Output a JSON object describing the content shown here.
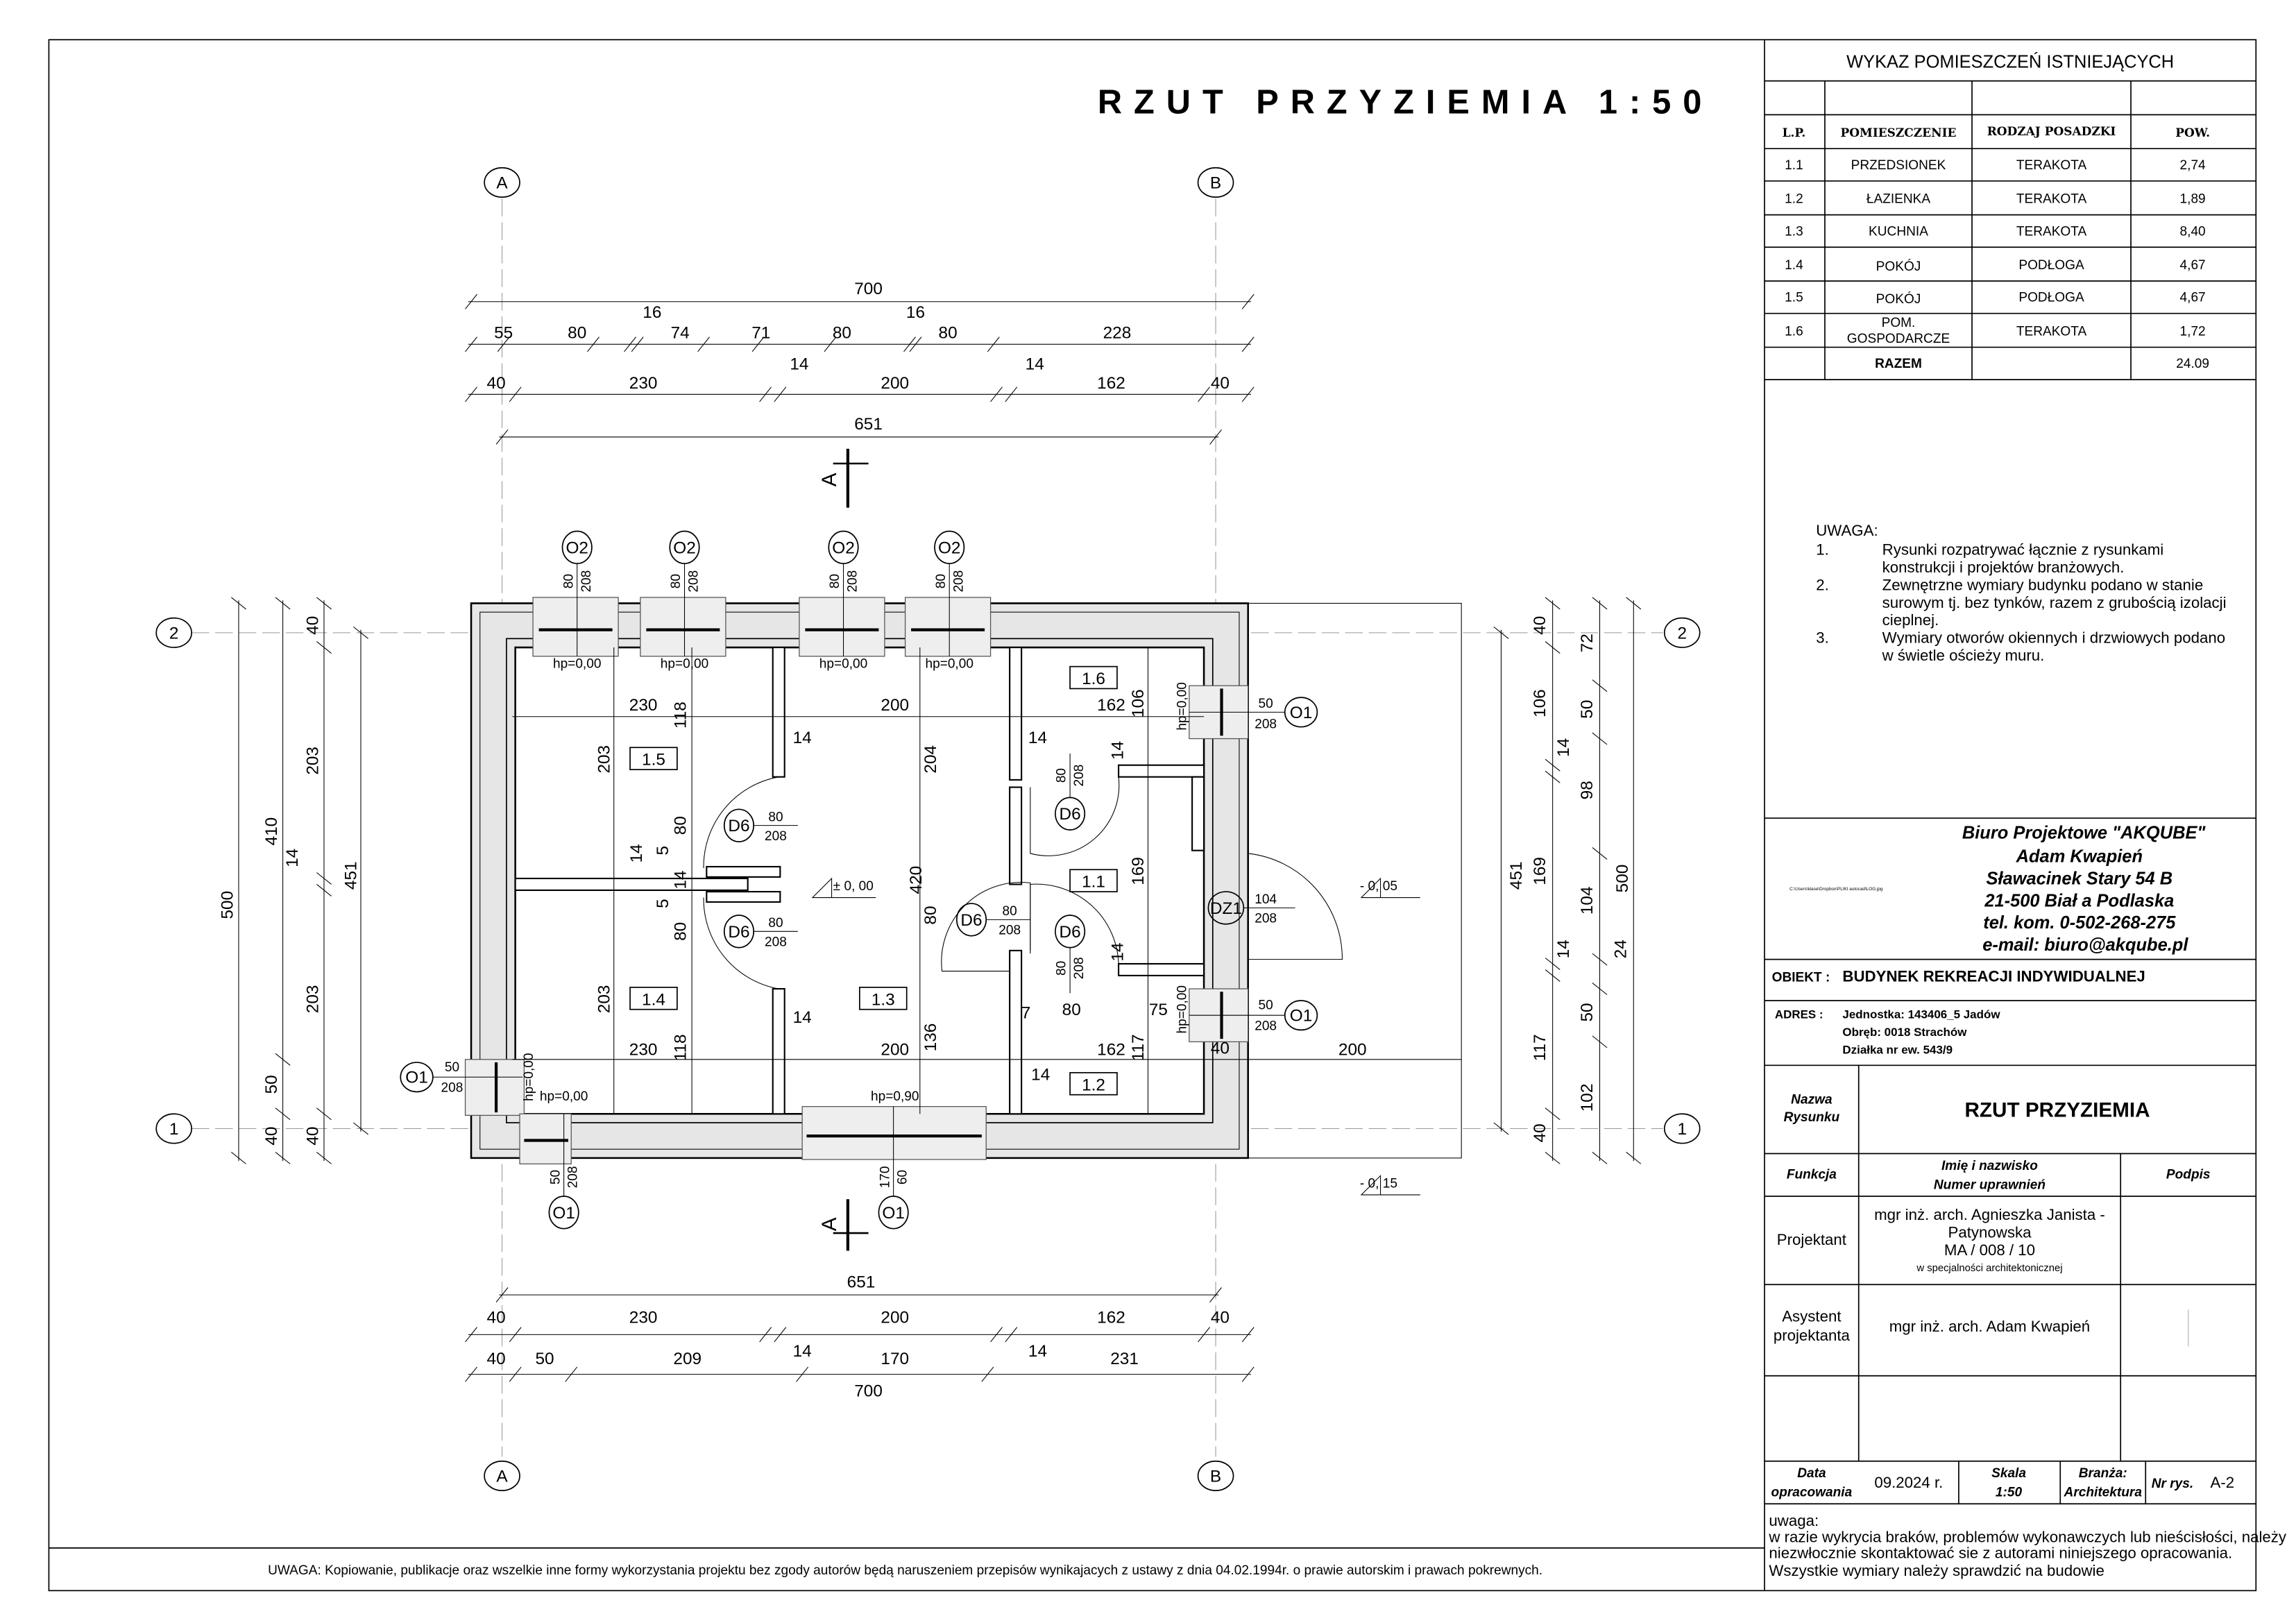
{
  "title": "RZUT PRZYZIEMIA 1:50",
  "room_table": {
    "title": "WYKAZ  POMIESZCZEŃ ISTNIEJĄCYCH",
    "headers": [
      "L.P.",
      "POMIESZCZENIE",
      "RODZAJ POSADZKI",
      "POW."
    ],
    "rows": [
      {
        "lp": "1.1",
        "name": "PRZEDSIONEK",
        "floor": "TERAKOTA",
        "area": "2,74"
      },
      {
        "lp": "1.2",
        "name": "ŁAZIENKA",
        "floor": "TERAKOTA",
        "area": "1,89"
      },
      {
        "lp": "1.3",
        "name": "KUCHNIA",
        "floor": "TERAKOTA",
        "area": "8,40"
      },
      {
        "lp": "1.4",
        "name": "POKÓJ",
        "floor": "PODŁOGA",
        "area": "4,67"
      },
      {
        "lp": "1.5",
        "name": "POKÓJ",
        "floor": "PODŁOGA",
        "area": "4,67"
      },
      {
        "lp": "1.6",
        "name": "POM.",
        "name2": "GOSPODARCZE",
        "floor": "TERAKOTA",
        "area": "1,72"
      }
    ],
    "total_label": "RAZEM",
    "total_area": "24.09"
  },
  "notes": {
    "heading": "UWAGA:",
    "items": [
      {
        "num": "1.",
        "lines": [
          "Rysunki rozpatrywać łącznie z rysunkami",
          "konstrukcji i projektów branżowych."
        ]
      },
      {
        "num": "2.",
        "lines": [
          "Zewnętrzne wymiary budynku podano w stanie",
          "surowym tj. bez tynków, razem z grubością izolacji",
          "cieplnej."
        ]
      },
      {
        "num": "3.",
        "lines": [
          "Wymiary otworów okiennych i drzwiowych podano",
          "w świetle ościeży muru."
        ]
      }
    ]
  },
  "office": {
    "logo_path": "C:\\Users\\klase\\Dropbox\\PLIKI autocad\\LOG.jpg",
    "lines": [
      "Biuro Projektowe \"AKQUBE\"",
      "Adam Kwapień",
      "Sławacinek Stary 54 B",
      "21-500 Biał a Podlaska",
      "tel. kom. 0-502-268-275",
      "e-mail: biuro@akqube.pl"
    ]
  },
  "object": {
    "label": "OBIEKT :",
    "value": "BUDYNEK REKREACJI INDYWIDUALNEJ"
  },
  "address": {
    "label": "ADRES :",
    "lines": [
      "Jednostka: 143406_5 Jadów",
      "Obręb: 0018 Strachów",
      "Działka nr ew. 543/9"
    ]
  },
  "drawing_name": {
    "label1": "Nazwa",
    "label2": "Rysunku",
    "value": "RZUT PRZYZIEMIA"
  },
  "roles": {
    "function_label": "Funkcja",
    "name_label1": "Imię i nazwisko",
    "name_label2": "Numer uprawnień",
    "signature_label": "Podpis",
    "designer": {
      "role": "Projektant",
      "lines": [
        "mgr inż. arch. Agnieszka Janista -",
        "Patynowska",
        "MA / 008 / 10"
      ],
      "specialty": "w specjalności architektonicznej"
    },
    "assistant": {
      "role1": "Asystent",
      "role2": "projektanta",
      "name": "mgr inż. arch. Adam Kwapień"
    }
  },
  "footer": {
    "date_label1": "Data",
    "date_label2": "opracowania",
    "date": "09.2024 r.",
    "scale_label": "Skala",
    "scale": "1:50",
    "branch_label": "Branża:",
    "branch": "Architektura",
    "drawing_no_label": "Nr rys.",
    "drawing_no": "A-2"
  },
  "remark": {
    "heading": "uwaga:",
    "lines": [
      "w razie wykrycia braków, problemów wykonawczych lub nieścisłości, należy",
      "niezwłocznie skontaktować sie z autorami niniejszego opracowania.",
      "Wszystkie wymiary należy sprawdzić na budowie"
    ]
  },
  "copyright": "UWAGA: Kopiowanie, publikacje oraz wszelkie inne formy wykorzystania projektu bez zgody autorów będą naruszeniem przepisów wynikajacych z ustawy z dnia 04.02.1994r. o prawie autorskim i prawach pokrewnych.",
  "plan": {
    "axes": {
      "a": "A",
      "b": "B",
      "one": "1",
      "two": "2"
    },
    "section": "A",
    "dim_top": [
      "700",
      "55",
      "80",
      "16",
      "74",
      "71",
      "80",
      "16",
      "80",
      "228",
      "40",
      "230",
      "14",
      "200",
      "14",
      "162",
      "40",
      "651"
    ],
    "dim_bottom": [
      "651",
      "40",
      "230",
      "200",
      "162",
      "40",
      "40",
      "50",
      "209",
      "14",
      "170",
      "14",
      "231",
      "700"
    ],
    "dim_left": [
      "500",
      "410",
      "50",
      "40",
      "40",
      "203",
      "14",
      "203",
      "40",
      "451"
    ],
    "dim_right": [
      "451",
      "40",
      "106",
      "14",
      "169",
      "14",
      "117",
      "40",
      "72",
      "50",
      "98",
      "104",
      "24",
      "50",
      "102",
      "500"
    ],
    "dim_inner": [
      "230",
      "200",
      "162",
      "118",
      "106",
      "203",
      "204",
      "14",
      "14",
      "14",
      "80",
      "14",
      "5",
      "14",
      "5",
      "420",
      "169",
      "80",
      "80",
      "14",
      "203",
      "118",
      "136",
      "230",
      "200",
      "14",
      "14",
      "7",
      "80",
      "75",
      "162",
      "117",
      "40",
      "200"
    ],
    "rooms": [
      "1.5",
      "1.4",
      "1.3",
      "1.6",
      "1.1",
      "1.2"
    ],
    "window_o2": {
      "tag": "O2",
      "w": "80",
      "h": "208",
      "sill": "hp=0,00"
    },
    "window_o1": {
      "tag": "O1",
      "w": "50",
      "h": "208",
      "sill": "hp=0,00"
    },
    "window_o1_kitchen": {
      "tag": "O1",
      "w": "170",
      "h": "60",
      "sill": "hp=0,90"
    },
    "door_d6": {
      "tag": "D6",
      "w": "80",
      "h": "208"
    },
    "door_dz1": {
      "tag": "DZ1",
      "w": "104",
      "h": "208"
    },
    "levels": [
      "± 0, 00",
      "- 0, 05",
      "- 0, 15"
    ]
  }
}
